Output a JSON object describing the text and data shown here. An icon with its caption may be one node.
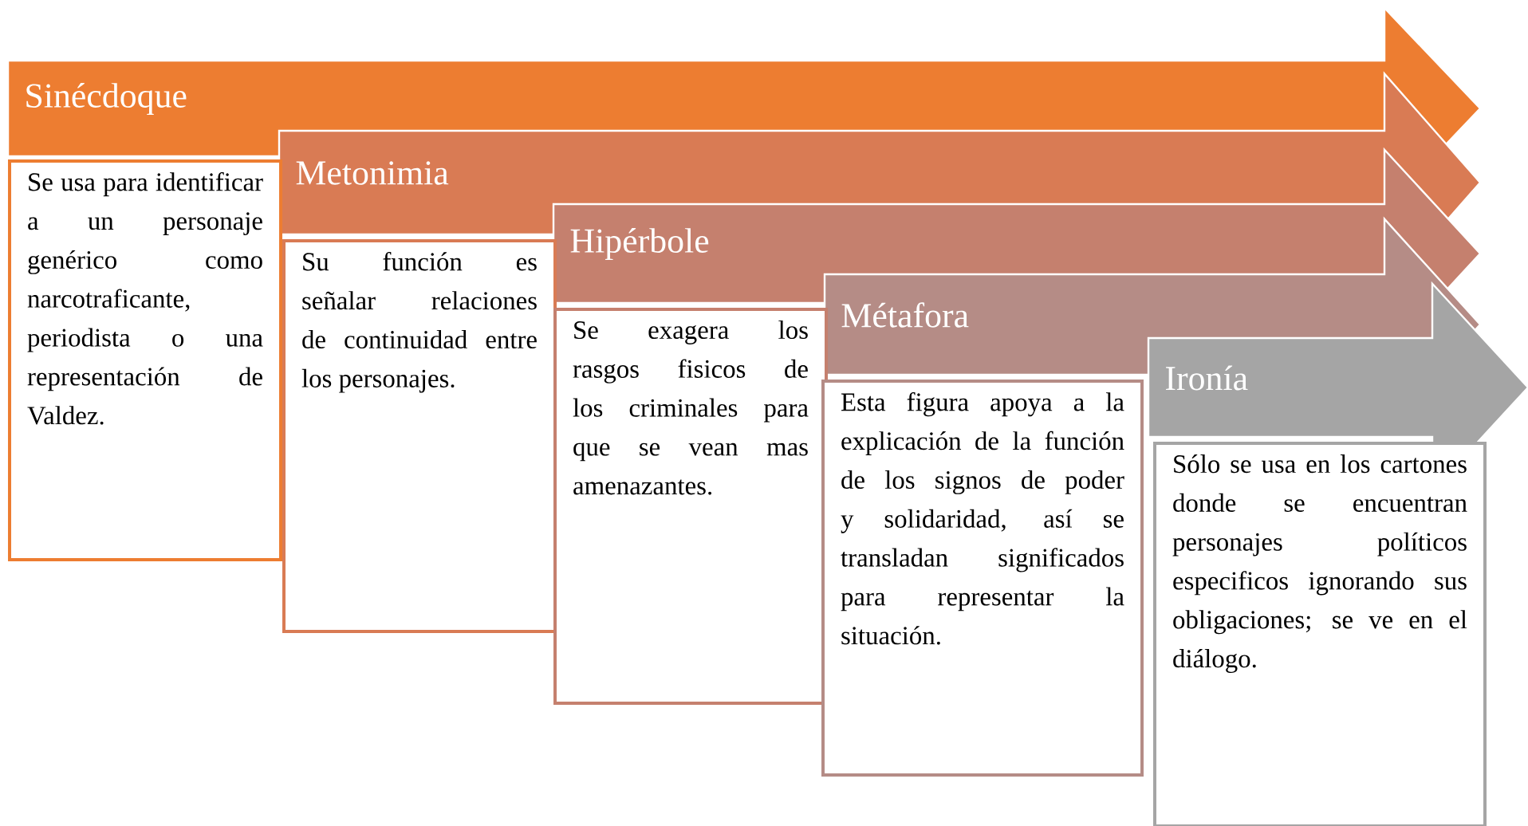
{
  "diagram": {
    "nodes": [
      {
        "text": [
          "Sinécdoque"
        ]
      },
      {
        "text": [
          "Se usa para identificar a un personaje genérico como narcotraficante, periodista o una representación de Valdez."
        ]
      },
      {
        "text": [
          "Metonimia"
        ]
      },
      {
        "text": [
          "Su función es señalar relaciones de continuidad entre los personajes."
        ]
      },
      {
        "text": [
          "Hipérbole"
        ]
      },
      {
        "text": [
          "Se exagera los rasgos fisicos de los criminales para que se vean mas amenazantes."
        ]
      },
      {
        "text": [
          "Métafora"
        ]
      },
      {
        "text": [
          "Esta figura apoya a la explicación de la función de los signos de poder y solidaridad, así se transladan significados para representar la situación."
        ]
      },
      {
        "text": [
          "Ironía"
        ]
      },
      {
        "text": [
          "Sólo se usa en los cartones donde se encuentran personajes políticos especificos ignorando sus obligaciones; se ve en el diálogo."
        ]
      }
    ]
  }
}
